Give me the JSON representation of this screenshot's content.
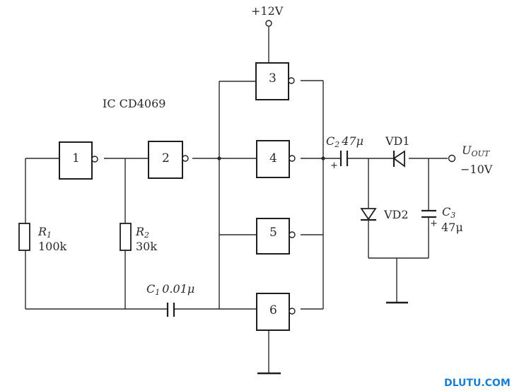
{
  "diagram": {
    "title": "IC CD4069",
    "supply": "+12V",
    "gates": [
      {
        "id": "1",
        "type": "inverter"
      },
      {
        "id": "2",
        "type": "inverter"
      },
      {
        "id": "3",
        "type": "inverter"
      },
      {
        "id": "4",
        "type": "inverter"
      },
      {
        "id": "5",
        "type": "inverter"
      },
      {
        "id": "6",
        "type": "inverter"
      }
    ],
    "resistors": [
      {
        "name": "R",
        "sub": "1",
        "value": "100k"
      },
      {
        "name": "R",
        "sub": "2",
        "value": "30k"
      }
    ],
    "capacitors": [
      {
        "name": "C",
        "sub": "1",
        "value": "0.01μ"
      },
      {
        "name": "C",
        "sub": "2",
        "value": "47μ",
        "polarity": "+"
      },
      {
        "name": "C",
        "sub": "3",
        "value": "47μ",
        "polarity": "+"
      }
    ],
    "diodes": [
      {
        "name": "VD1"
      },
      {
        "name": "VD2"
      }
    ],
    "output": {
      "name": "U",
      "sub": "OUT",
      "value": "−10V"
    }
  },
  "watermark": "DLUTU.COM",
  "colors": {
    "ink": "#2a2a2a",
    "watermark": "#1a7fd0",
    "background": "#ffffff"
  }
}
